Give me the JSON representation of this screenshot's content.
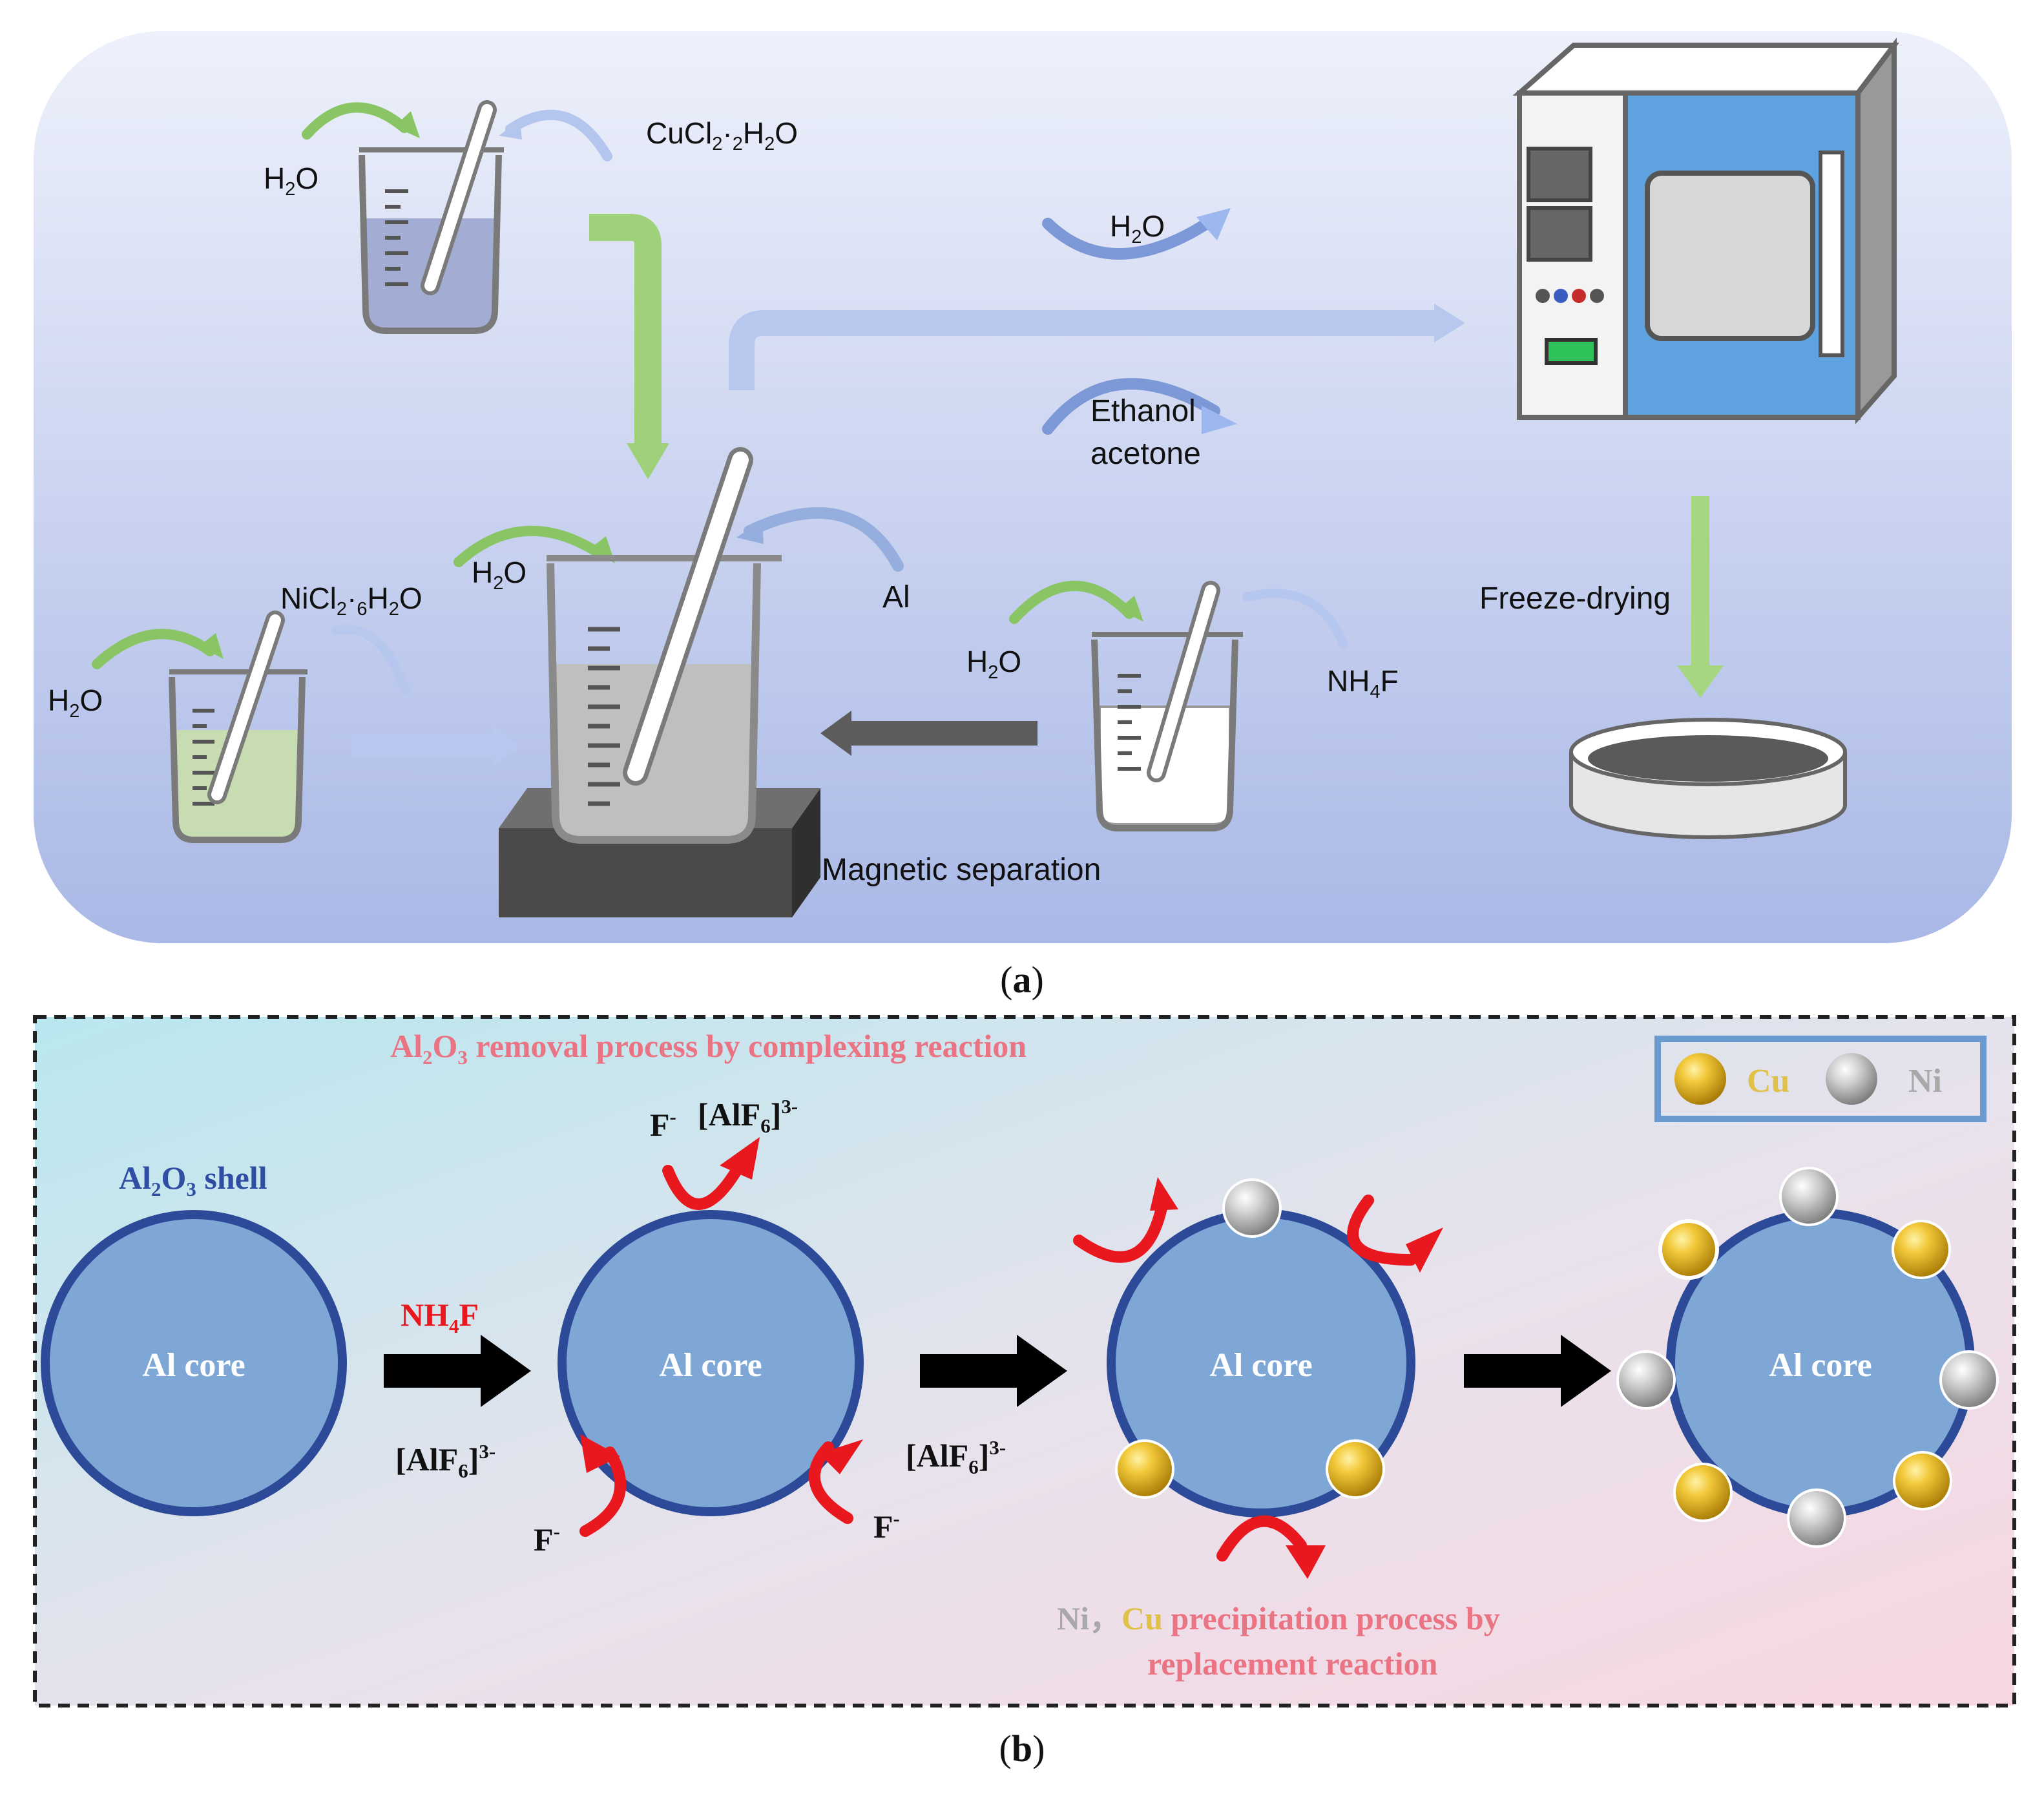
{
  "panel_a": {
    "caption": "a",
    "labels": {
      "h2o_cu": "H2O",
      "cucl2": "CuCl2·2H2O",
      "h2o_wash": "H2O",
      "ethanol": "Ethanol",
      "acetone": "acetone",
      "h2o_main": "H2O",
      "nicl2": "NiCl2·6H2O",
      "h2o_ni": "H2O",
      "al": "Al",
      "h2o_nh4f": "H2O",
      "nh4f": "NH4F",
      "freeze_drying": "Freeze-drying",
      "magnetic_separation": "Magnetic separation"
    },
    "colors": {
      "bg_top": "#eef1fb",
      "bg_bottom": "#a9b8e6",
      "green_arrow": "#9fd07a",
      "blue_arrow": "#b7c7ee",
      "dark_arrow": "#5c5c5c",
      "oven_door": "#5ea3e0",
      "liquid_cu": "#a3acd3",
      "liquid_ni": "#c7dcb1"
    }
  },
  "panel_b": {
    "caption": "b",
    "title": "Al2O3 removal process by complexing reaction",
    "shell_label": "Al2O3 shell",
    "core_label": "Al core",
    "reagent": "NH4F",
    "complex_ion": "[AlF6]3-",
    "fluoride_ion": "F-",
    "legend": {
      "cu": "Cu",
      "ni": "Ni"
    },
    "bottom_line1_ni": "Ni，",
    "bottom_line1_cu": "Cu",
    "bottom_line1_rest": " precipitation process by",
    "bottom_line2": "replacement reaction",
    "colors": {
      "core_fill": "#7ea7d6",
      "core_stroke": "#2c4a98",
      "red": "#e8181e",
      "title_pink": "#ea7484",
      "shell_label": "#2f4ea3",
      "cu": "#e3b82a",
      "ni": "#b4b4b4",
      "cu_text": "#e0c24a",
      "ni_text": "#a8a8a8",
      "legend_border": "#6a9ad0"
    }
  }
}
